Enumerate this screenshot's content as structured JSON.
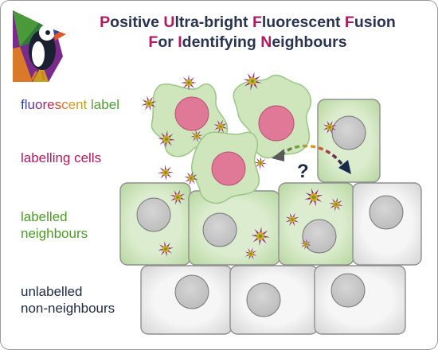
{
  "title": {
    "line1": [
      {
        "cap": "P",
        "rest": "ositive "
      },
      {
        "cap": "U",
        "rest": "ltra-bright "
      },
      {
        "cap": "F",
        "rest": "luorescent "
      },
      {
        "cap": "F",
        "rest": "usion"
      }
    ],
    "line2": [
      {
        "cap": "F",
        "rest": "or "
      },
      {
        "cap": "I",
        "rest": "dentifying "
      },
      {
        "cap": "N",
        "rest": "eighbours"
      }
    ]
  },
  "legend": {
    "fluorescent_label": {
      "text": "fluorescent label",
      "letter_colors": [
        "#2b3d9c",
        "#3a4aa8",
        "#5a3aa0",
        "#7a2e8e",
        "#9a2a70",
        "#b0305a",
        "#c84a3c",
        "#d87a2a",
        "#d89a20",
        "#c8a020",
        "#a8a828",
        "#8aa42c",
        "#6a9e30",
        "#5a9a34",
        "#4e9a36",
        "#4a9a3a",
        "#4e9a36"
      ]
    },
    "labelling_cells": "labelling cells",
    "labelled_neighbours_line1": "labelled",
    "labelled_neighbours_line2": "neighbours",
    "unlabelled_line1": "unlabelled",
    "unlabelled_line2": "non-neighbours"
  },
  "question_mark": "?",
  "colors": {
    "title_caps": "#b0195e",
    "title_text": "#2a3450",
    "labelling_text": "#b0195e",
    "neighbour_text": "#4e9a27",
    "unlabelled_text": "#1f2940",
    "green_cell_fill": "#cfe6bd",
    "green_cell_stroke": "#9ec78a",
    "grey_cell_fill": "#f0f0f0",
    "grey_cell_stroke": "#8f8f8f",
    "nucleus_pink": "#e07898",
    "nucleus_grey": "#cdcdcd",
    "star_outer": "#8a2c7c",
    "star_inner": "#d4a820",
    "star_core": "#6a9a2c",
    "arrow_dash_gradient": [
      "#5a5a5a",
      "#7aa040",
      "#d8a020",
      "#c04040",
      "#1a2a4a"
    ]
  },
  "icons": {
    "logo": "puffin-logo",
    "label_molecule": "star-burst-icon",
    "transfer_arrow": "double-headed-arrow-icon"
  }
}
